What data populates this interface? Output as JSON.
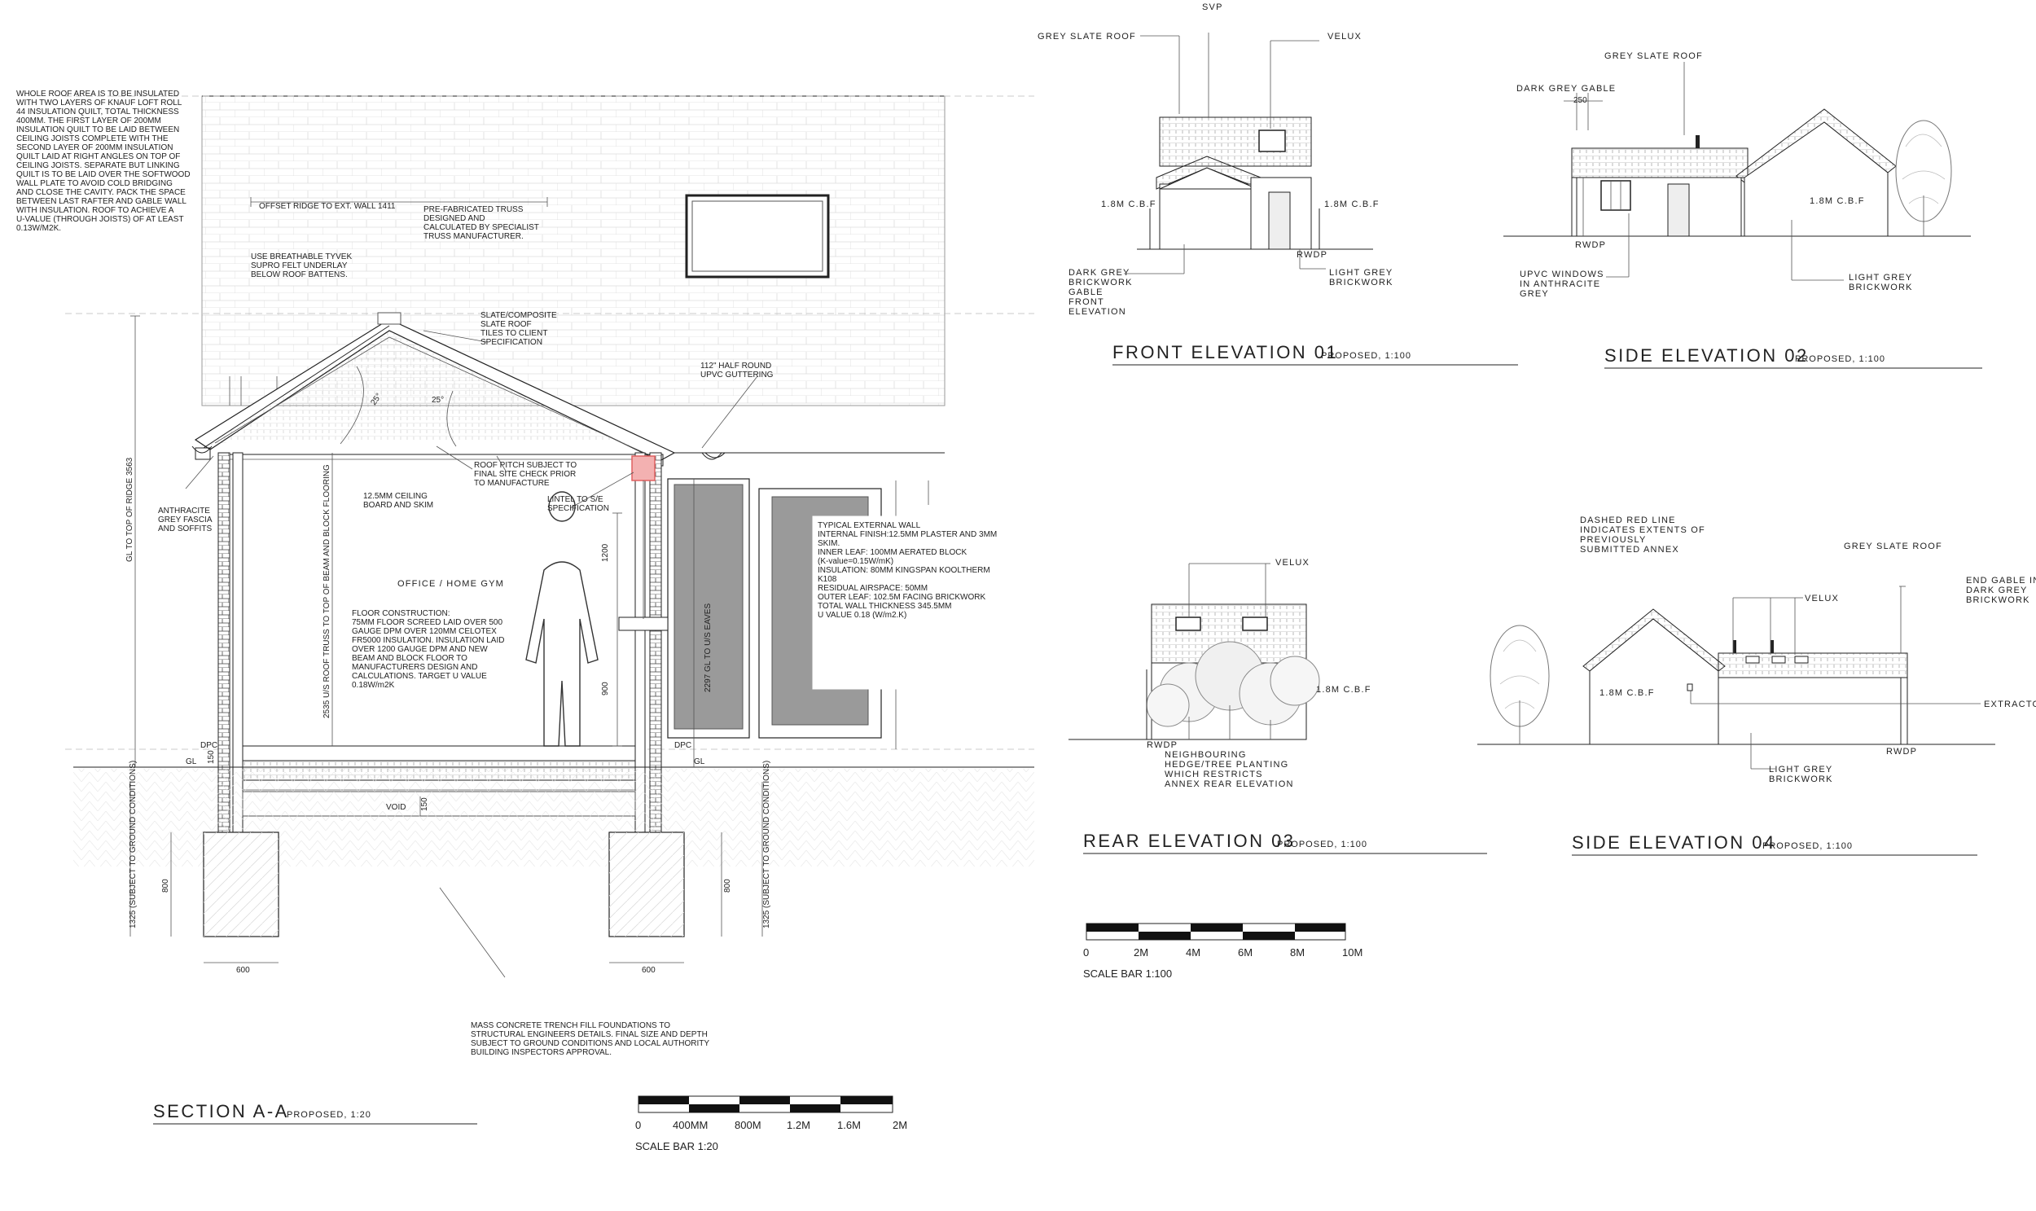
{
  "section": {
    "title": "SECTION A-A",
    "subtitle": "PROPOSED, 1:20",
    "roof_insulation_note": [
      "WHOLE ROOF AREA IS TO BE INSULATED",
      "WITH TWO LAYERS OF KNAUF LOFT ROLL",
      "44 INSULATION QUILT, TOTAL THICKNESS",
      "400MM. THE FIRST LAYER OF 200MM",
      "INSULATION QUILT TO BE LAID BETWEEN",
      "CEILING JOISTS COMPLETE WITH THE",
      "SECOND LAYER OF 200MM INSULATION",
      "QUILT LAID AT RIGHT ANGLES ON TOP OF",
      "CEILING JOISTS. SEPARATE BUT LINKING",
      "QUILT IS TO BE LAID OVER THE SOFTWOOD",
      "WALL PLATE TO AVOID COLD BRIDGING",
      "AND CLOSE THE CAVITY. PACK THE SPACE",
      "BETWEEN LAST RAFTER AND GABLE WALL",
      "WITH INSULATION. ROOF TO ACHIEVE A",
      "U-VALUE (THROUGH JOISTS) OF AT LEAST",
      "0.13W/M2K."
    ],
    "offset_ridge": "OFFSET RIDGE TO EXT. WALL 1411",
    "truss_note": [
      "PRE-FABRICATED TRUSS",
      "DESIGNED AND",
      "CALCULATED BY SPECIALIST",
      "TRUSS MANUFACTURER."
    ],
    "tyvek_note": [
      "USE BREATHABLE TYVEK",
      "SUPRO FELT UNDERLAY",
      "BELOW ROOF BATTENS."
    ],
    "slate_note": [
      "SLATE/COMPOSITE",
      "SLATE ROOF",
      "TILES TO CLIENT",
      "SPECIFICATION"
    ],
    "gutter_note": [
      "112\" HALF ROUND",
      "UPVC GUTTERING"
    ],
    "pitch_note": [
      "ROOF PITCH SUBJECT TO",
      "FINAL SITE CHECK PRIOR",
      "TO MANUFACTURE"
    ],
    "ceiling_note": [
      "12.5MM CEILING",
      "BOARD AND SKIM"
    ],
    "lintel_note": [
      "LINTEL TO S/E",
      "SPECIFICATION"
    ],
    "fascia_note": [
      "ANTHRACITE",
      "GREY FASCIA",
      "AND SOFFITS"
    ],
    "room_label": "OFFICE / HOME GYM",
    "floor_note": [
      "FLOOR CONSTRUCTION:",
      "",
      "75MM FLOOR SCREED LAID OVER 500",
      "GAUGE DPM OVER 120MM CELOTEX",
      "FR5000 INSULATION. INSULATION LAID",
      "OVER 1200 GAUGE DPM AND NEW",
      "BEAM AND BLOCK FLOOR TO",
      "MANUFACTURERS DESIGN AND",
      "CALCULATIONS. TARGET U VALUE",
      "0.18W/m2K"
    ],
    "wall_note": [
      "TYPICAL EXTERNAL WALL",
      "",
      "INTERNAL FINISH:12.5MM PLASTER AND 3MM",
      "SKIM.",
      "",
      "INNER LEAF: 100MM AERATED BLOCK",
      "(K-value=0.15W/mK)",
      "",
      "INSULATION: 80MM KINGSPAN KOOLTHERM",
      "K108",
      "",
      "RESIDUAL AIRSPACE: 50MM",
      "",
      "OUTER LEAF: 102.5M FACING BRICKWORK",
      "",
      "TOTAL WALL THICKNESS 345.5MM",
      "",
      "U VALUE 0.18 (W/m2.K)"
    ],
    "foundation_note": [
      "MASS CONCRETE TRENCH FILL FOUNDATIONS TO",
      "STRUCTURAL ENGINEERS DETAILS. FINAL SIZE AND DEPTH",
      "SUBJECT TO GROUND CONDITIONS AND LOCAL AUTHORITY",
      "BUILDING INSPECTORS APPROVAL."
    ],
    "dims": {
      "ridge": "GL TO TOP OF RIDGE 3563",
      "truss": "2535 U/S ROOF TRUSS TO TOP OF BEAM AND BLOCK FLOORING",
      "eaves": "2297 GL TO U/S EAVES",
      "d1200": "1200",
      "d900": "900",
      "d150": "150",
      "d800": "800",
      "d1325": "1325 (SUBJECT TO GROUND CONDITIONS)",
      "d600": "600",
      "d25a": "25°",
      "d25b": "25°",
      "dpc": "DPC",
      "gl": "GL",
      "d150b": "150",
      "void": "VOID"
    }
  },
  "scale_bar_20": {
    "label": "SCALE BAR 1:20",
    "ticks": [
      "0",
      "400MM",
      "800M",
      "1.2M",
      "1.6M",
      "2M"
    ]
  },
  "scale_bar_100": {
    "label": "SCALE BAR 1:100",
    "ticks": [
      "0",
      "2M",
      "4M",
      "6M",
      "8M",
      "10M"
    ]
  },
  "elevations": {
    "front": {
      "title": "FRONT ELEVATION 01",
      "subtitle": "PROPOSED, 1:100",
      "svp": "SVP",
      "roof": "GREY SLATE ROOF",
      "velux": "VELUX",
      "cbf_l": "1.8M C.B.F",
      "cbf_r": "1.8M C.B.F",
      "rwdp": "RWDP",
      "gable": [
        "DARK GREY",
        "BRICKWORK",
        "GABLE",
        "FRONT",
        "ELEVATION"
      ],
      "brick": [
        "LIGHT GREY",
        "BRICKWORK"
      ]
    },
    "side02": {
      "title": "SIDE ELEVATION 02",
      "subtitle": "PROPOSED, 1:100",
      "roof": "GREY SLATE ROOF",
      "gable": "DARK GREY GABLE",
      "dim": "250",
      "cbf": "1.8M C.B.F",
      "rwdp": "RWDP",
      "windows": [
        "UPVC WINDOWS",
        "IN ANTHRACITE",
        "GREY"
      ],
      "brick": [
        "LIGHT GREY",
        "BRICKWORK"
      ]
    },
    "rear": {
      "title": "REAR ELEVATION 03",
      "subtitle": "PROPOSED, 1:100",
      "velux": "VELUX",
      "cbf": "1.8M C.B.F",
      "rwdp": "RWDP",
      "hedge": [
        "NEIGHBOURING",
        "HEDGE/TREE PLANTING",
        "WHICH RESTRICTS",
        "ANNEX REAR ELEVATION"
      ]
    },
    "side04": {
      "title": "SIDE ELEVATION 04",
      "subtitle": "PROPOSED, 1:100",
      "dashed": [
        "DASHED RED LINE",
        "INDICATES EXTENTS OF",
        "PREVIOUSLY",
        "SUBMITTED ANNEX"
      ],
      "roof": "GREY SLATE ROOF",
      "end_gable": [
        "END GABLE IN",
        "DARK GREY",
        "BRICKWORK"
      ],
      "velux": "VELUX",
      "cbf": "1.8M C.B.F",
      "extractor": "EXTRACTOR",
      "rwdp": "RWDP",
      "brick": [
        "LIGHT GREY",
        "BRICKWORK"
      ]
    }
  },
  "colors": {
    "ink": "#222222",
    "glazing": "#9a9a9a",
    "lintel": "#e06060",
    "foliage": "#888888"
  }
}
